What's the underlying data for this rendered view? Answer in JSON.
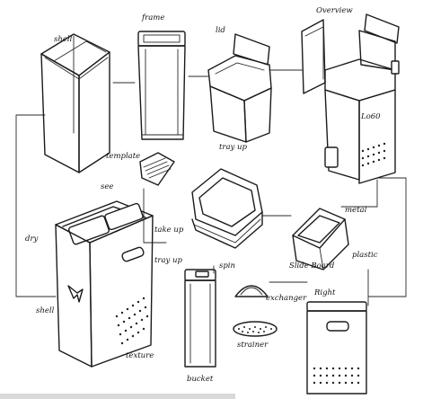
{
  "labels": {
    "shell_top": "shell",
    "frame": "frame",
    "lid": "lid",
    "overview": "Overview",
    "template": "template",
    "tray_up": "tray up",
    "see": "see",
    "dry": "dry",
    "take_up": "take up",
    "tray_up_2": "tray up",
    "shell_bottom": "shell",
    "texture": "texture",
    "metal": "metal",
    "plastic": "plastic",
    "slide_board": "Slide Board",
    "spin": "spin",
    "exchanger": "exchanger",
    "strainer": "strainer",
    "bucket": "bucket",
    "right": "Right",
    "logo": "Lo60"
  }
}
